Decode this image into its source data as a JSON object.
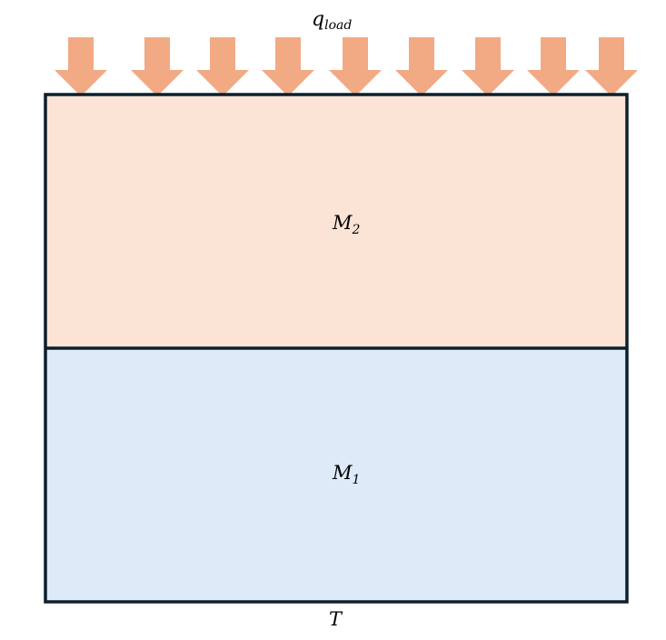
{
  "load": {
    "symbol": "q",
    "subscript": "load",
    "arrow_count": 9,
    "arrow_color": "#f2aa85"
  },
  "layers": [
    {
      "symbol": "M",
      "subscript": "2",
      "fill": "#fbe4d6"
    },
    {
      "symbol": "M",
      "subscript": "1",
      "fill": "#ddeaf7"
    }
  ],
  "bottom_label": {
    "symbol": "T"
  },
  "colors": {
    "outline": "#0b1f2d"
  }
}
